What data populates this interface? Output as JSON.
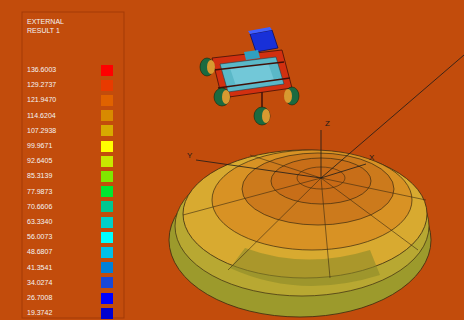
{
  "diagram": {
    "title": "EXTERNAL RESULT 1",
    "labels": [
      "Y",
      "Z",
      "X"
    ],
    "legend": [
      {
        "text": "136.6003",
        "color": "#ff0000"
      },
      {
        "text": "129.2737",
        "color": "#e83a00"
      },
      {
        "text": "121.9470",
        "color": "#e06200"
      },
      {
        "text": "114.6204",
        "color": "#d88a00"
      },
      {
        "text": "107.2938",
        "color": "#d8aa00"
      },
      {
        "text": "99.9671",
        "color": "#ffff00"
      },
      {
        "text": "92.6405",
        "color": "#c8e800"
      },
      {
        "text": "85.3139",
        "color": "#80e800"
      },
      {
        "text": "77.9873",
        "color": "#00e830"
      },
      {
        "text": "70.6606",
        "color": "#00c890"
      },
      {
        "text": "63.3340",
        "color": "#00d0c8"
      },
      {
        "text": "56.0073",
        "color": "#00ffff"
      },
      {
        "text": "48.6807",
        "color": "#00c0e8"
      },
      {
        "text": "41.3541",
        "color": "#0080d8"
      },
      {
        "text": "34.0274",
        "color": "#1848d8"
      },
      {
        "text": "26.7008",
        "color": "#0000ff"
      },
      {
        "text": "19.3742",
        "color": "#0000d0"
      }
    ]
  }
}
